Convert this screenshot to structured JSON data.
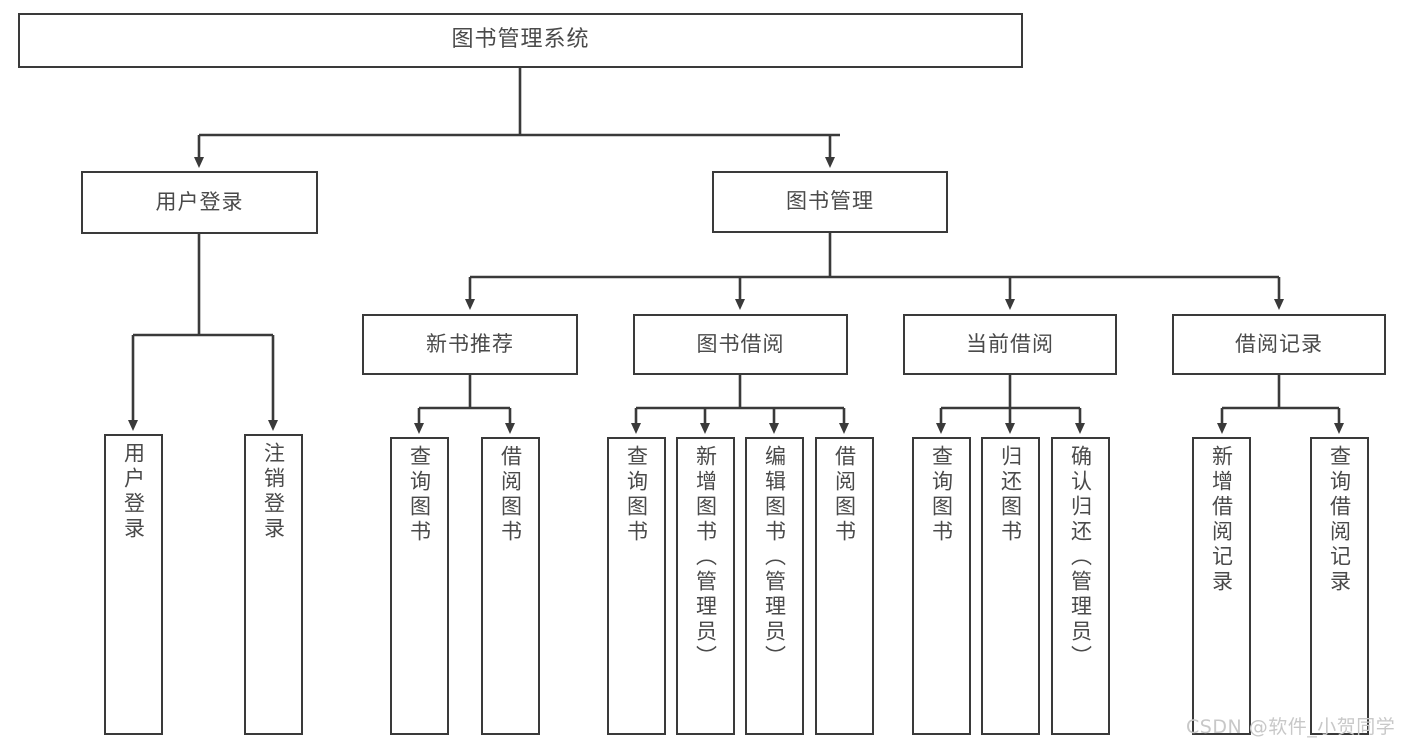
{
  "diagram": {
    "title": "图书管理系统",
    "type": "tree-hierarchy-diagram",
    "colors": {
      "box_border": "#3a3a3a",
      "box_fill": "#ffffff",
      "text": "#4a4a4a",
      "connector": "#3a3a3a",
      "watermark": "#c8c8c8",
      "background": "#ffffff"
    },
    "root": {
      "label": "图书管理系统"
    },
    "level2": [
      {
        "label": "用户登录"
      },
      {
        "label": "图书管理"
      }
    ],
    "level3": [
      {
        "label": "新书推荐"
      },
      {
        "label": "图书借阅"
      },
      {
        "label": "当前借阅"
      },
      {
        "label": "借阅记录"
      }
    ],
    "leaves": {
      "user_login": [
        {
          "label": "用户登录"
        },
        {
          "label": "注销登录"
        }
      ],
      "new_book_recommend": [
        {
          "label": "查询图书"
        },
        {
          "label": "借阅图书"
        }
      ],
      "book_borrow": [
        {
          "label": "查询图书"
        },
        {
          "label": "新增图书（管理员）"
        },
        {
          "label": "编辑图书（管理员）"
        },
        {
          "label": "借阅图书"
        }
      ],
      "current_borrow": [
        {
          "label": "查询图书"
        },
        {
          "label": "归还图书"
        },
        {
          "label": "确认归还（管理员）"
        }
      ],
      "borrow_record": [
        {
          "label": "新增借阅记录"
        },
        {
          "label": "查询借阅记录"
        }
      ]
    },
    "watermark": "CSDN @软件_小贺同学"
  }
}
